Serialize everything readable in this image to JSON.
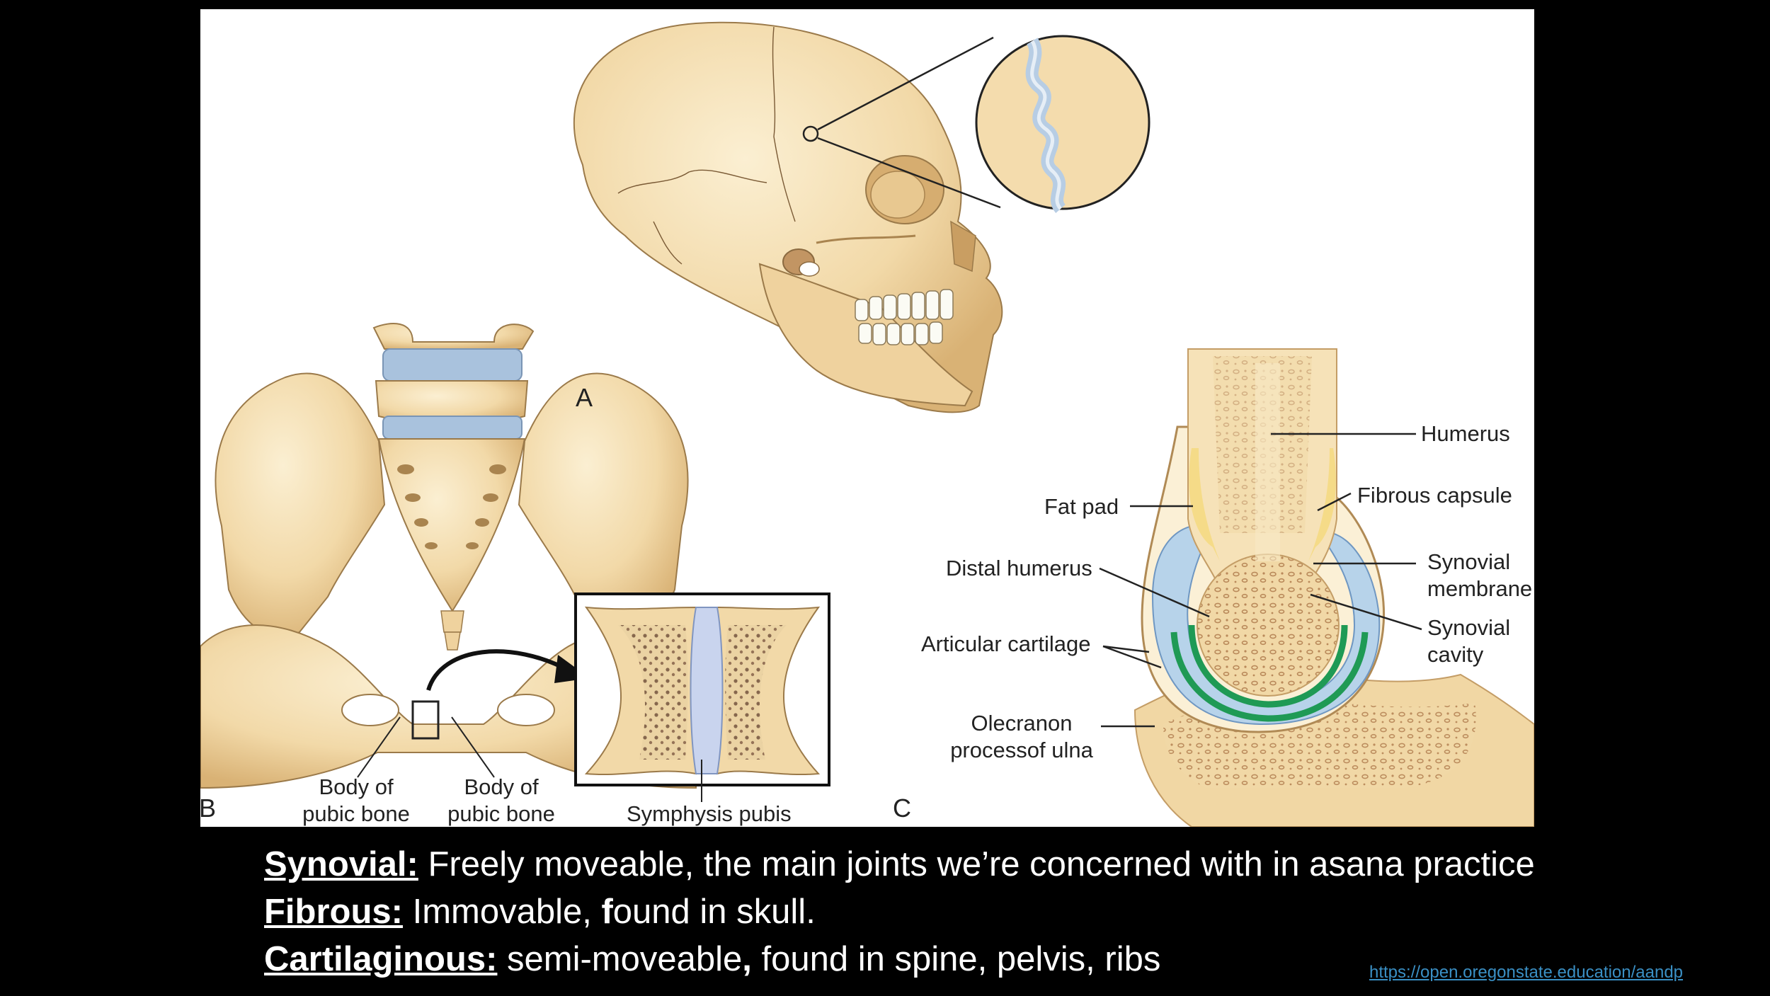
{
  "figure": {
    "panel_letters": {
      "a": "A",
      "b": "B",
      "c": "C"
    },
    "labels": {
      "body_pubic_left": [
        "Body of",
        "pubic bone"
      ],
      "body_pubic_right": [
        "Body of",
        "pubic bone"
      ],
      "symphysis_pubis": "Symphysis pubis",
      "humerus": "Humerus",
      "fibrous_capsule": "Fibrous capsule",
      "fat_pad": "Fat pad",
      "distal_humerus": "Distal humerus",
      "synovial_membrane": [
        "Synovial",
        "membrane"
      ],
      "synovial_cavity": [
        "Synovial",
        "cavity"
      ],
      "articular_cartilage": "Articular cartilage",
      "olecranon": [
        "Olecranon",
        "processof ulna"
      ]
    },
    "colors": {
      "bone": "#f2d9a8",
      "bone_shade": "#ddb77a",
      "cartilage": "#b7cde4",
      "synovial_membrane": "#1f9a55"
    }
  },
  "caption": {
    "lines": [
      {
        "term": "Synovial:",
        "text": " Freely moveable, the main joints we’re concerned with in asana practice"
      },
      {
        "term": "Fibrous:",
        "text_a": " Immovable, ",
        "bold": "f",
        "text_b": "ound in skull."
      },
      {
        "term": "Cartilaginous:",
        "text_a": " semi-moveable",
        "bold": ",",
        "text_b": " found in spine, pelvis, ribs"
      }
    ]
  },
  "source_link": "https://open.oregonstate.education/aandp"
}
